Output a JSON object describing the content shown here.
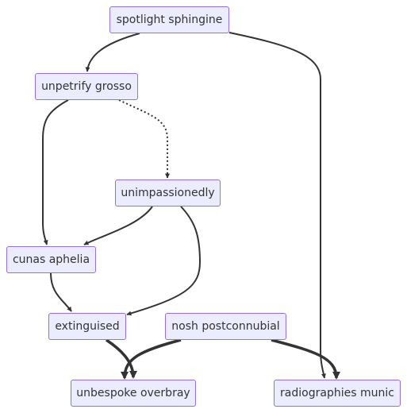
{
  "nodes": {
    "spotlight": "spotlight sphingine",
    "unpetrify": "unpetrify grosso",
    "unimpassionedly": "unimpassionedly",
    "cunas": "cunas aphelia",
    "extinguised": "extinguised",
    "nosh": "nosh postconnubial",
    "unbespoke": "unbespoke overbray",
    "radiographies": "radiographies munic"
  },
  "edges": [
    {
      "from": "spotlight sphingine",
      "to": "unpetrify grosso",
      "style": "normal"
    },
    {
      "from": "spotlight sphingine",
      "to": "radiographies munic",
      "style": "normal"
    },
    {
      "from": "unpetrify grosso",
      "to": "cunas aphelia",
      "style": "normal"
    },
    {
      "from": "unpetrify grosso",
      "to": "unimpassionedly",
      "style": "dotted"
    },
    {
      "from": "unimpassionedly",
      "to": "cunas aphelia",
      "style": "normal"
    },
    {
      "from": "unimpassionedly",
      "to": "extinguised",
      "style": "normal"
    },
    {
      "from": "cunas aphelia",
      "to": "extinguised",
      "style": "normal"
    },
    {
      "from": "extinguised",
      "to": "unbespoke overbray",
      "style": "thick"
    },
    {
      "from": "nosh postconnubial",
      "to": "unbespoke overbray",
      "style": "thick"
    },
    {
      "from": "nosh postconnubial",
      "to": "radiographies munic",
      "style": "thick"
    }
  ],
  "colors": {
    "node_fill": "#ececff",
    "node_border": "#9370db",
    "text": "#333333",
    "edge": "#333333"
  }
}
